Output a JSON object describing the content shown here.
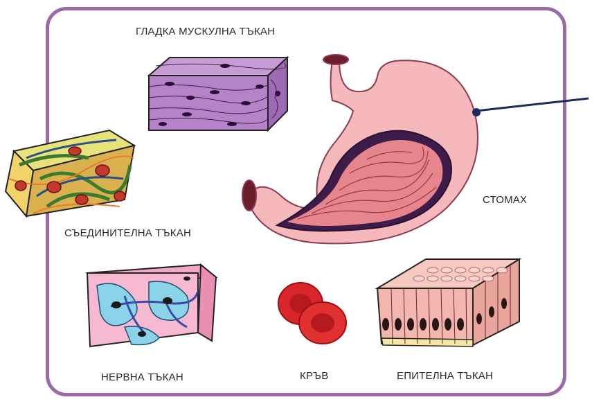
{
  "labels": {
    "smooth_muscle": "ГЛАДКА МУСКУЛНА ТЪКАН",
    "connective": "СЪЕДИНИТЕЛНА ТЪКАН",
    "stomach": "СТОМАХ",
    "nervous": "НЕРВНА ТЪКАН",
    "blood": "КРЪВ",
    "epithelial": "ЕПИТЕЛНА ТЪКАН"
  },
  "colors": {
    "frame": "#9a6aa8",
    "stomach": "#f6b9bb",
    "muscle": "#b77fc6",
    "blood": "#d8262b",
    "epithelium": "#f2b6ae"
  }
}
